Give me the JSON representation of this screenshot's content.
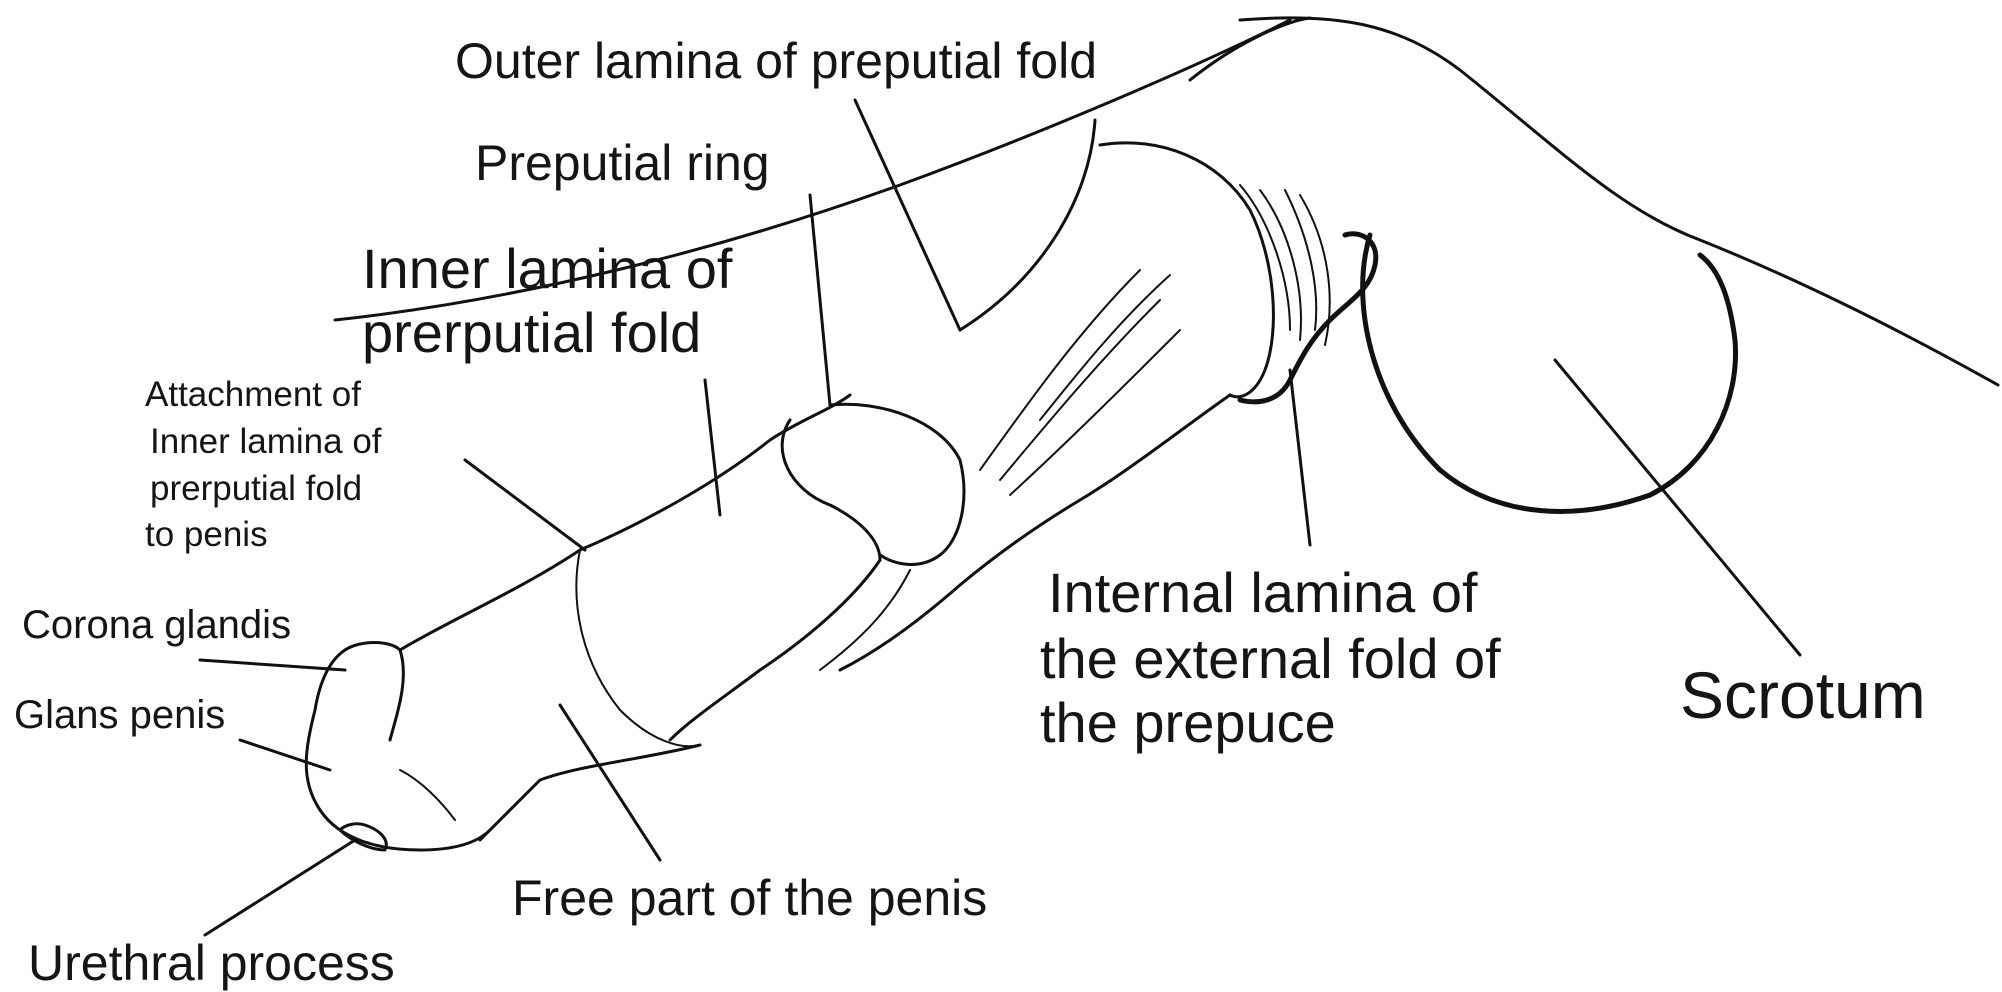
{
  "labels": {
    "outer_lamina": "Outer lamina of preputial fold",
    "preputial_ring": "Preputial ring",
    "inner_lamina_1": "Inner lamina of",
    "inner_lamina_2": "prerputial fold",
    "attachment_1": "Attachment of",
    "attachment_2": "Inner lamina of",
    "attachment_3": "prerputial fold",
    "attachment_4": "to penis",
    "corona_glandis": "Corona glandis",
    "glans_penis": "Glans penis",
    "urethral_process": "Urethral process",
    "free_part": "Free part of the penis",
    "internal_lamina_1": "Internal lamina of",
    "internal_lamina_2": "the external fold of",
    "internal_lamina_3": "the prepuce",
    "scrotum": "Scrotum"
  }
}
